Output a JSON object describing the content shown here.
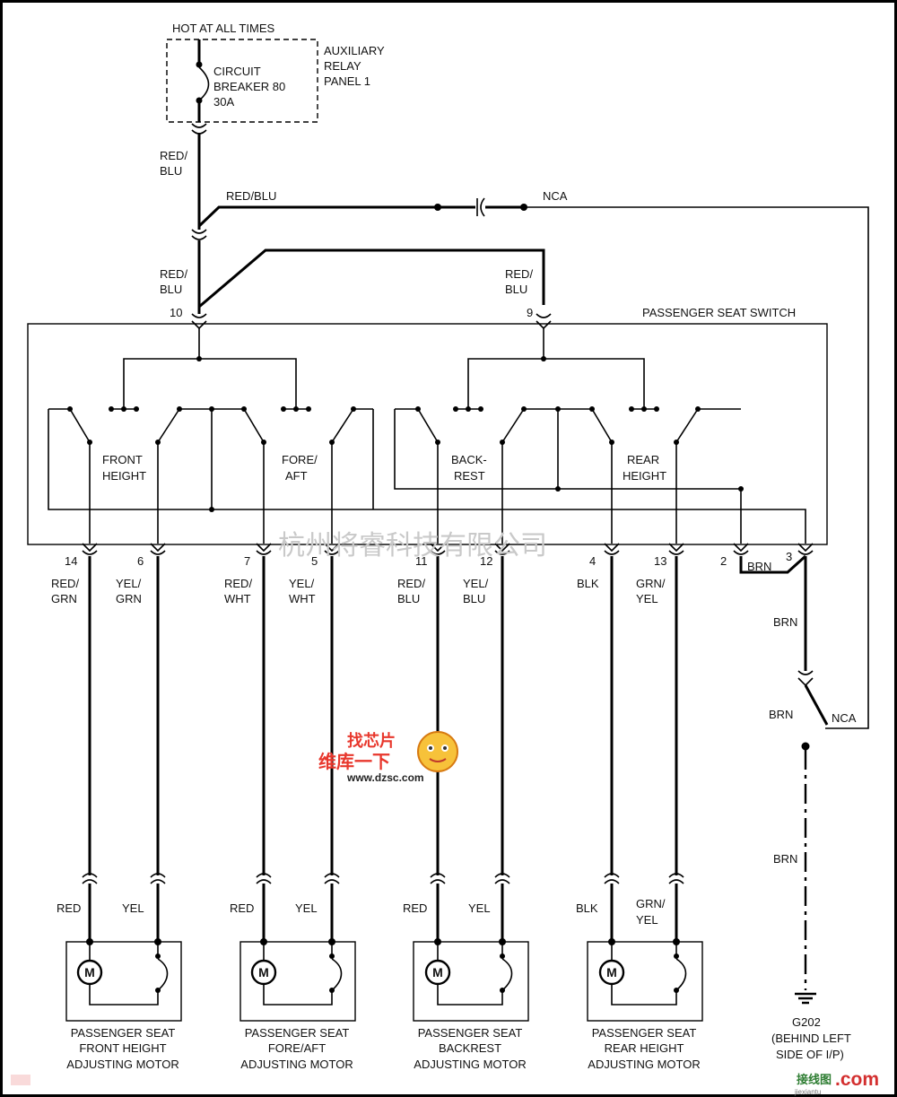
{
  "header": {
    "hot_label": "HOT AT ALL TIMES",
    "breaker_lines": [
      "CIRCUIT",
      "BREAKER 80",
      "30A"
    ],
    "relay_panel_lines": [
      "AUXILIARY",
      "RELAY",
      "PANEL 1"
    ]
  },
  "feed_wires": {
    "top_feed_lines": [
      "RED/",
      "BLU"
    ],
    "branch_label": "RED/BLU",
    "nca_label": "NCA",
    "pin10_wire_lines": [
      "RED/",
      "BLU"
    ],
    "pin9_wire_lines": [
      "RED/",
      "BLU"
    ]
  },
  "switch": {
    "title": "PASSENGER SEAT SWITCH",
    "pin_in_left": "10",
    "pin_in_right": "9",
    "sections": [
      {
        "lines": [
          "FRONT",
          "HEIGHT"
        ]
      },
      {
        "lines": [
          "FORE/",
          "AFT"
        ]
      },
      {
        "lines": [
          "BACK-",
          "REST"
        ]
      },
      {
        "lines": [
          "REAR",
          "HEIGHT"
        ]
      }
    ]
  },
  "pins": [
    {
      "num": "14",
      "wire": [
        "RED/",
        "GRN"
      ]
    },
    {
      "num": "6",
      "wire": [
        "YEL/",
        "GRN"
      ]
    },
    {
      "num": "7",
      "wire": [
        "RED/",
        "WHT"
      ]
    },
    {
      "num": "5",
      "wire": [
        "YEL/",
        "WHT"
      ]
    },
    {
      "num": "11",
      "wire": [
        "RED/",
        "BLU"
      ]
    },
    {
      "num": "12",
      "wire": [
        "YEL/",
        "BLU"
      ]
    },
    {
      "num": "4",
      "wire": [
        "BLK"
      ]
    },
    {
      "num": "13",
      "wire": [
        "GRN/",
        "YEL"
      ]
    },
    {
      "num": "2",
      "wire": []
    },
    {
      "num": "3",
      "wire": []
    }
  ],
  "ground": {
    "jumper_label": "BRN",
    "wire_label_1": "BRN",
    "wire_label_2": "BRN",
    "wire_label_3": "BRN",
    "nca_label": "NCA",
    "ground_id": "G202",
    "ground_note_lines": [
      "(BEHIND LEFT",
      "SIDE OF I/P)"
    ]
  },
  "motors": [
    {
      "left_wire": "RED",
      "right_wire": [
        "YEL"
      ],
      "name": [
        "PASSENGER SEAT",
        "FRONT HEIGHT",
        "ADJUSTING MOTOR"
      ]
    },
    {
      "left_wire": "RED",
      "right_wire": [
        "YEL"
      ],
      "name": [
        "PASSENGER SEAT",
        "FORE/AFT",
        "ADJUSTING MOTOR"
      ]
    },
    {
      "left_wire": "RED",
      "right_wire": [
        "YEL"
      ],
      "name": [
        "PASSENGER SEAT",
        "BACKREST",
        "ADJUSTING MOTOR"
      ]
    },
    {
      "left_wire": "BLK",
      "right_wire": [
        "GRN/",
        "YEL"
      ],
      "name": [
        "PASSENGER SEAT",
        "REAR HEIGHT",
        "ADJUSTING MOTOR"
      ]
    }
  ],
  "motor_symbol": "M",
  "watermarks": {
    "company": "杭州将睿科技有限公司",
    "logo_top": "找芯片",
    "logo_mid": "维库一下",
    "logo_url": "www.dzsc.com",
    "corner_left": "接线图",
    "corner_right": ".com",
    "corner_url": "jiexiantu"
  }
}
